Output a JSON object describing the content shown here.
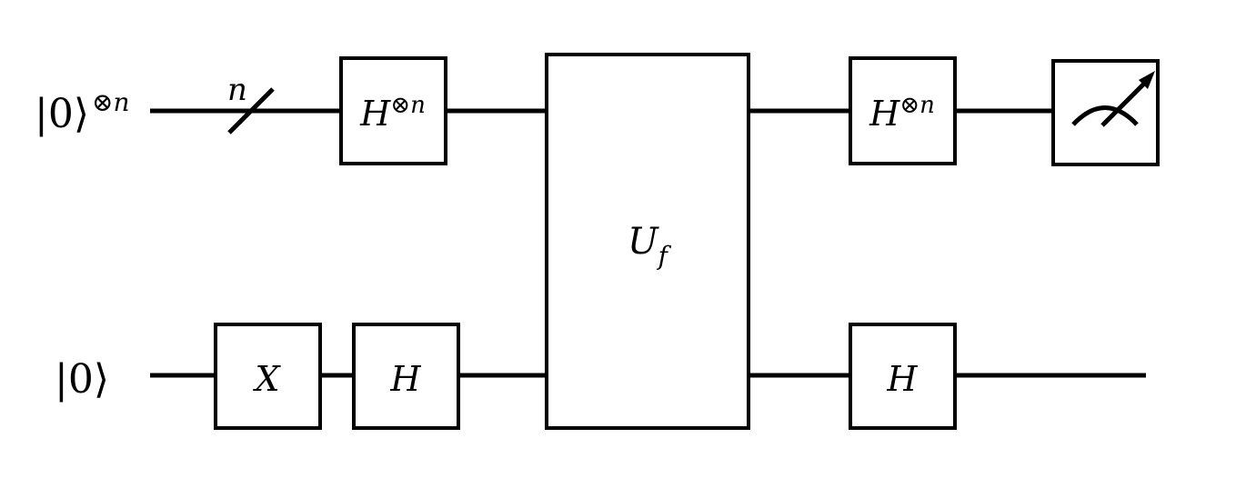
{
  "circuit": {
    "inputs": {
      "top": {
        "ket": "|0⟩",
        "superscript": "⊗n"
      },
      "bottom": {
        "ket": "|0⟩"
      }
    },
    "bus_label": "n",
    "gates": {
      "top_first": {
        "base": "H",
        "superscript": "⊗n"
      },
      "x_gate": {
        "label": "X"
      },
      "h_bottom_first": {
        "label": "H"
      },
      "oracle": {
        "base": "U",
        "subscript": "f"
      },
      "top_second": {
        "base": "H",
        "superscript": "⊗n"
      },
      "h_bottom_second": {
        "label": "H"
      },
      "measurement": {
        "icon": "meter-icon"
      }
    }
  }
}
